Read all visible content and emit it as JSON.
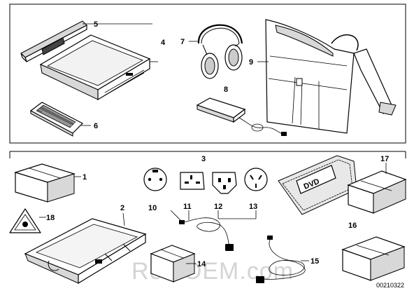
{
  "diagram": {
    "callouts": [
      "1",
      "2",
      "3",
      "4",
      "5",
      "6",
      "7",
      "8",
      "9",
      "10",
      "11",
      "12",
      "13",
      "14",
      "15",
      "16",
      "17",
      "18"
    ],
    "dvd_text": "DVD",
    "watermark": "RealOEM.com",
    "reference_code": "00210322"
  }
}
